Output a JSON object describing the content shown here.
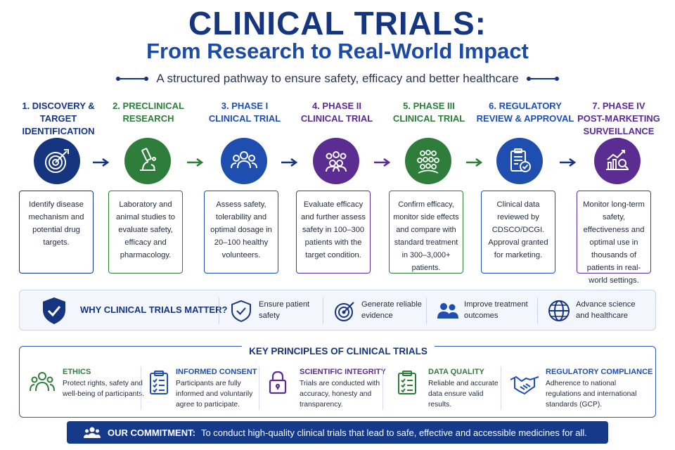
{
  "header": {
    "title": "CLINICAL TRIALS:",
    "subtitle": "From Research to Real-World Impact",
    "tagline": "A structured pathway to ensure safety, efficacy and better healthcare"
  },
  "steps": [
    {
      "title": "1. DISCOVERY &\nTARGET IDENTIFICATION",
      "color": "#163580",
      "icon": "target-icon",
      "text": "Identify disease mechanism and potential drug targets."
    },
    {
      "title": "2. PRECLINICAL\nRESEARCH",
      "color": "#2e7d3a",
      "icon": "microscope-icon",
      "text": "Laboratory and animal studies to evaluate safety, efficacy and pharmacology."
    },
    {
      "title": "3. PHASE I\nCLINICAL TRIAL",
      "color": "#1e4fb0",
      "icon": "people-icon",
      "text": "Assess safety, tolerability and optimal dosage in 20–100 healthy volunteers."
    },
    {
      "title": "4. PHASE II\nCLINICAL TRIAL",
      "color": "#5b2c91",
      "icon": "group-icon",
      "text": "Evaluate efficacy and further assess safety in 100–300 patients with the target condition."
    },
    {
      "title": "5. PHASE III\nCLINICAL TRIAL",
      "color": "#2e7d3a",
      "icon": "crowd-icon",
      "text": "Confirm efficacy, monitor side effects and compare with standard treatment in 300–3,000+ patients."
    },
    {
      "title": "6. REGULATORY\nREVIEW & APPROVAL",
      "color": "#1e4fb0",
      "icon": "clipboard-check-icon",
      "text": "Clinical data reviewed by CDSCO/DCGI. Approval granted for marketing."
    },
    {
      "title": "7. PHASE IV\nPOST-MARKETING\nSURVEILLANCE",
      "color": "#5b2c91",
      "icon": "chart-magnifier-icon",
      "text": "Monitor long-term safety, effectiveness and optimal use in thousands of patients in real-world settings."
    }
  ],
  "matter": {
    "title": "WHY CLINICAL TRIALS MATTER?",
    "items": [
      {
        "icon": "shield-check-icon",
        "text": "Ensure patient\nsafety"
      },
      {
        "icon": "bullseye-icon",
        "text": "Generate reliable\nevidence"
      },
      {
        "icon": "users-icon",
        "text": "Improve treatment\noutcomes"
      },
      {
        "icon": "globe-icon",
        "text": "Advance science\nand healthcare"
      }
    ]
  },
  "principles": {
    "title": "KEY PRINCIPLES OF CLINICAL TRIALS",
    "items": [
      {
        "name": "ETHICS",
        "color": "#2e7d3a",
        "icon": "people-icon",
        "desc": "Protect rights, safety and well-being of participants."
      },
      {
        "name": "INFORMED CONSENT",
        "color": "#1e4fb0",
        "icon": "clipboard-icon",
        "desc": "Participants are fully informed and voluntarily agree to participate."
      },
      {
        "name": "SCIENTIFIC INTEGRITY",
        "color": "#5b2c91",
        "icon": "lock-icon",
        "desc": "Trials are conducted with accuracy, honesty and transparency."
      },
      {
        "name": "DATA QUALITY",
        "color": "#2e7d3a",
        "icon": "checklist-icon",
        "desc": "Reliable and accurate data ensure valid results."
      },
      {
        "name": "REGULATORY COMPLIANCE",
        "color": "#1e4fb0",
        "icon": "handshake-icon",
        "desc": "Adherence to national regulations and international standards (GCP)."
      }
    ]
  },
  "commitment": {
    "label": "OUR COMMITMENT:",
    "text": "To conduct high-quality clinical trials that lead to safe, effective and accessible medicines for all."
  }
}
